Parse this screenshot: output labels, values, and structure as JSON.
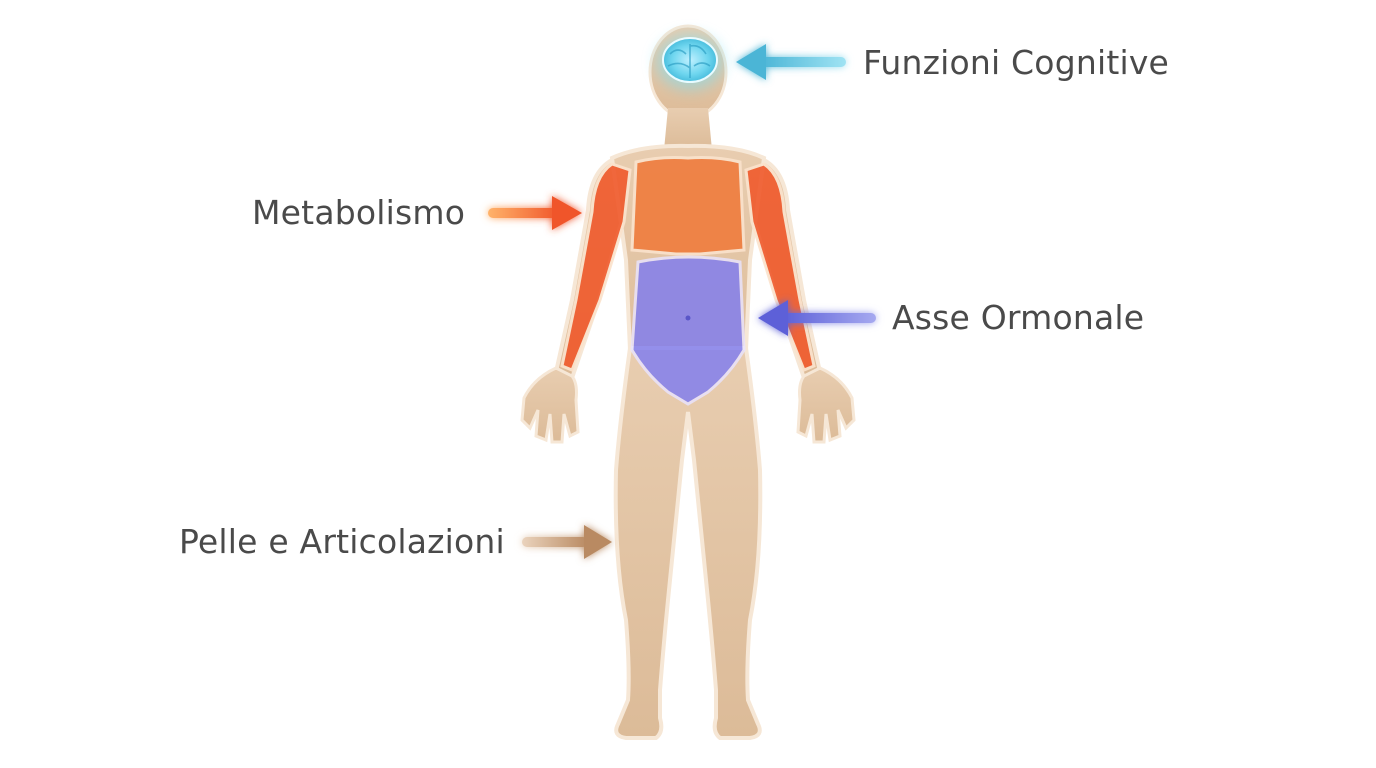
{
  "labels": {
    "cognitive": "Funzioni Cognitive",
    "metabolism": "Metabolismo",
    "hormonal": "Asse Ormonale",
    "skin_joints": "Pelle e Articolazioni"
  },
  "colors": {
    "cognitive": "#5bc7e0",
    "metabolism": "#f0622e",
    "hormonal": "#6b6fe0",
    "skin_joints": "#c79a72",
    "skin": "#e3c4a2",
    "text": "#4a4a4a"
  }
}
